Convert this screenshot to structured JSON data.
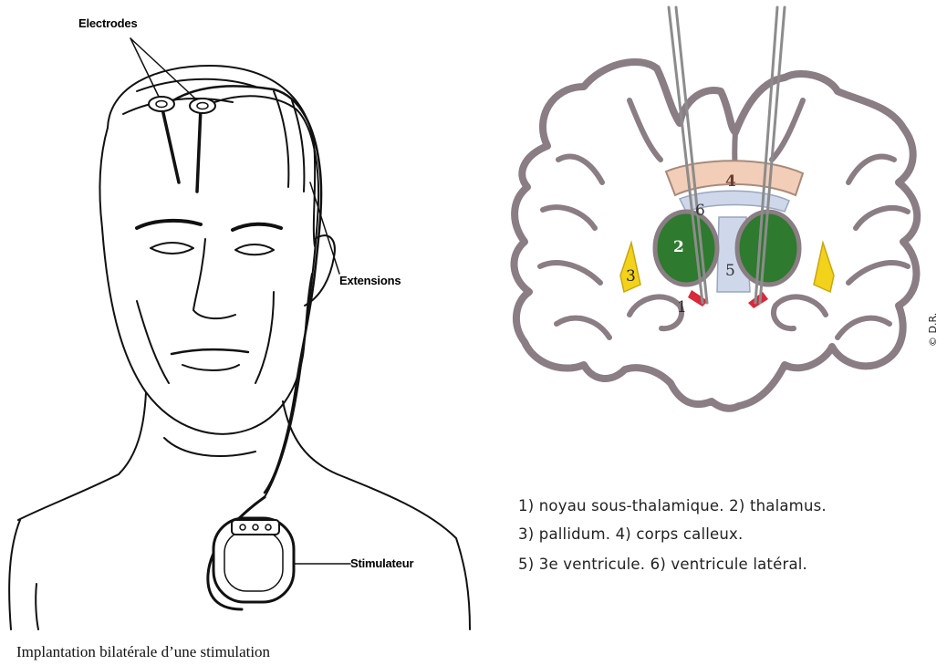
{
  "left_panel": {
    "labels": {
      "electrodes": "Electrodes",
      "extensions": "Extensions",
      "stimulator": "Stimulateur"
    },
    "caption": "Implantation bilatérale d’une stimulation"
  },
  "right_panel": {
    "region_numbers": [
      "1",
      "2",
      "3",
      "4",
      "5",
      "6"
    ],
    "region_colors": {
      "subthalamic": "#d8283a",
      "thalamus": "#2e7a2e",
      "pallidum": "#f2d21a",
      "corpus_callosum": "#f2cdb8",
      "ventricles": "#cfd8ea",
      "cortex_outline": "#8a7d84"
    },
    "credit": "© D.R.",
    "legend": [
      "1) noyau sous-thalamique. 2) thalamus.",
      "3) pallidum. 4) corps calleux.",
      "5) 3e ventricule. 6) ventricule latéral."
    ]
  }
}
